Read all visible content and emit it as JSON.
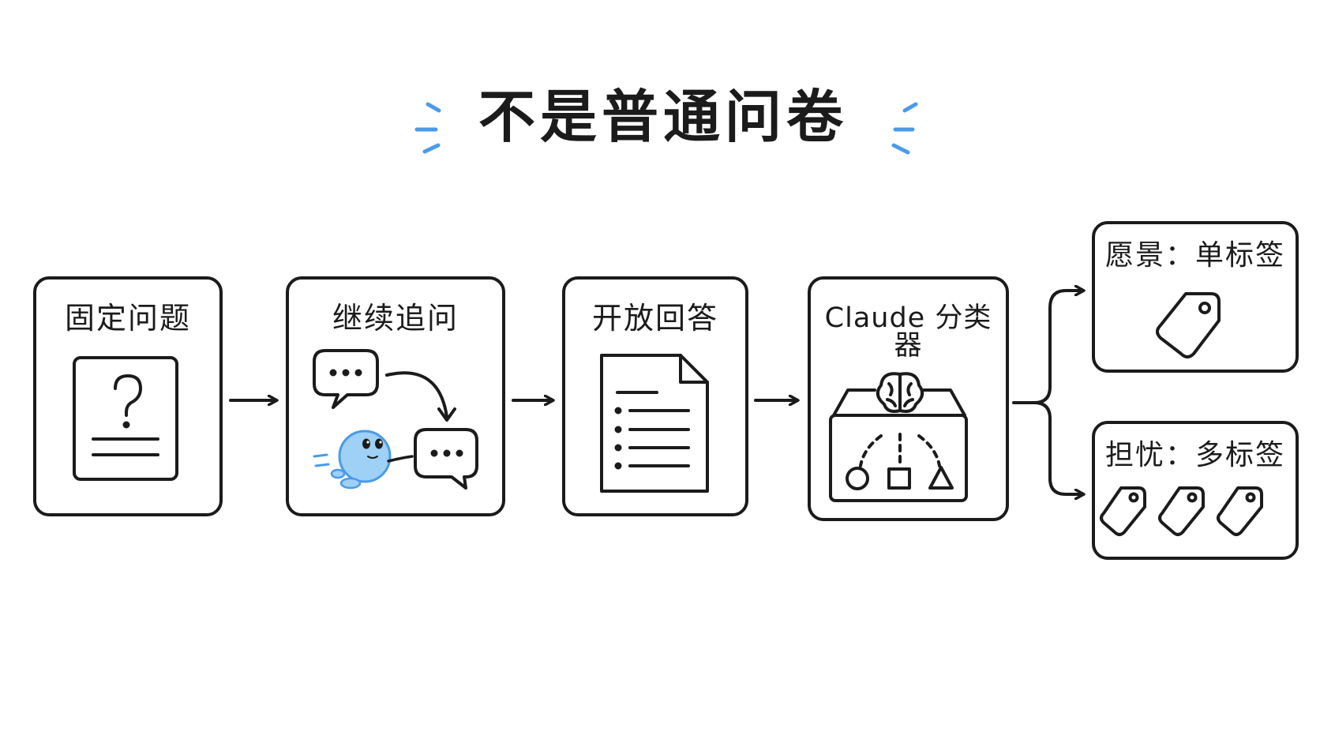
{
  "title": "不是普通问卷",
  "steps": [
    {
      "label": "固定问题"
    },
    {
      "label": "继续追问"
    },
    {
      "label": "开放回答"
    },
    {
      "label": "Claude 分类器"
    }
  ],
  "outputs": [
    {
      "label": "愿景：单标签"
    },
    {
      "label": "担忧：多标签"
    }
  ],
  "colors": {
    "ink": "#1b1b1b",
    "accent": "#4a9be8",
    "character": "#9fd0f5"
  },
  "icons": {
    "step1": "question-document-icon",
    "step2": "chat-bubbles-with-character-icon",
    "step3": "bulleted-document-icon",
    "step4": "brain-sorting-box-icon",
    "output1": "single-tag-icon",
    "output2": "three-tags-icon"
  }
}
